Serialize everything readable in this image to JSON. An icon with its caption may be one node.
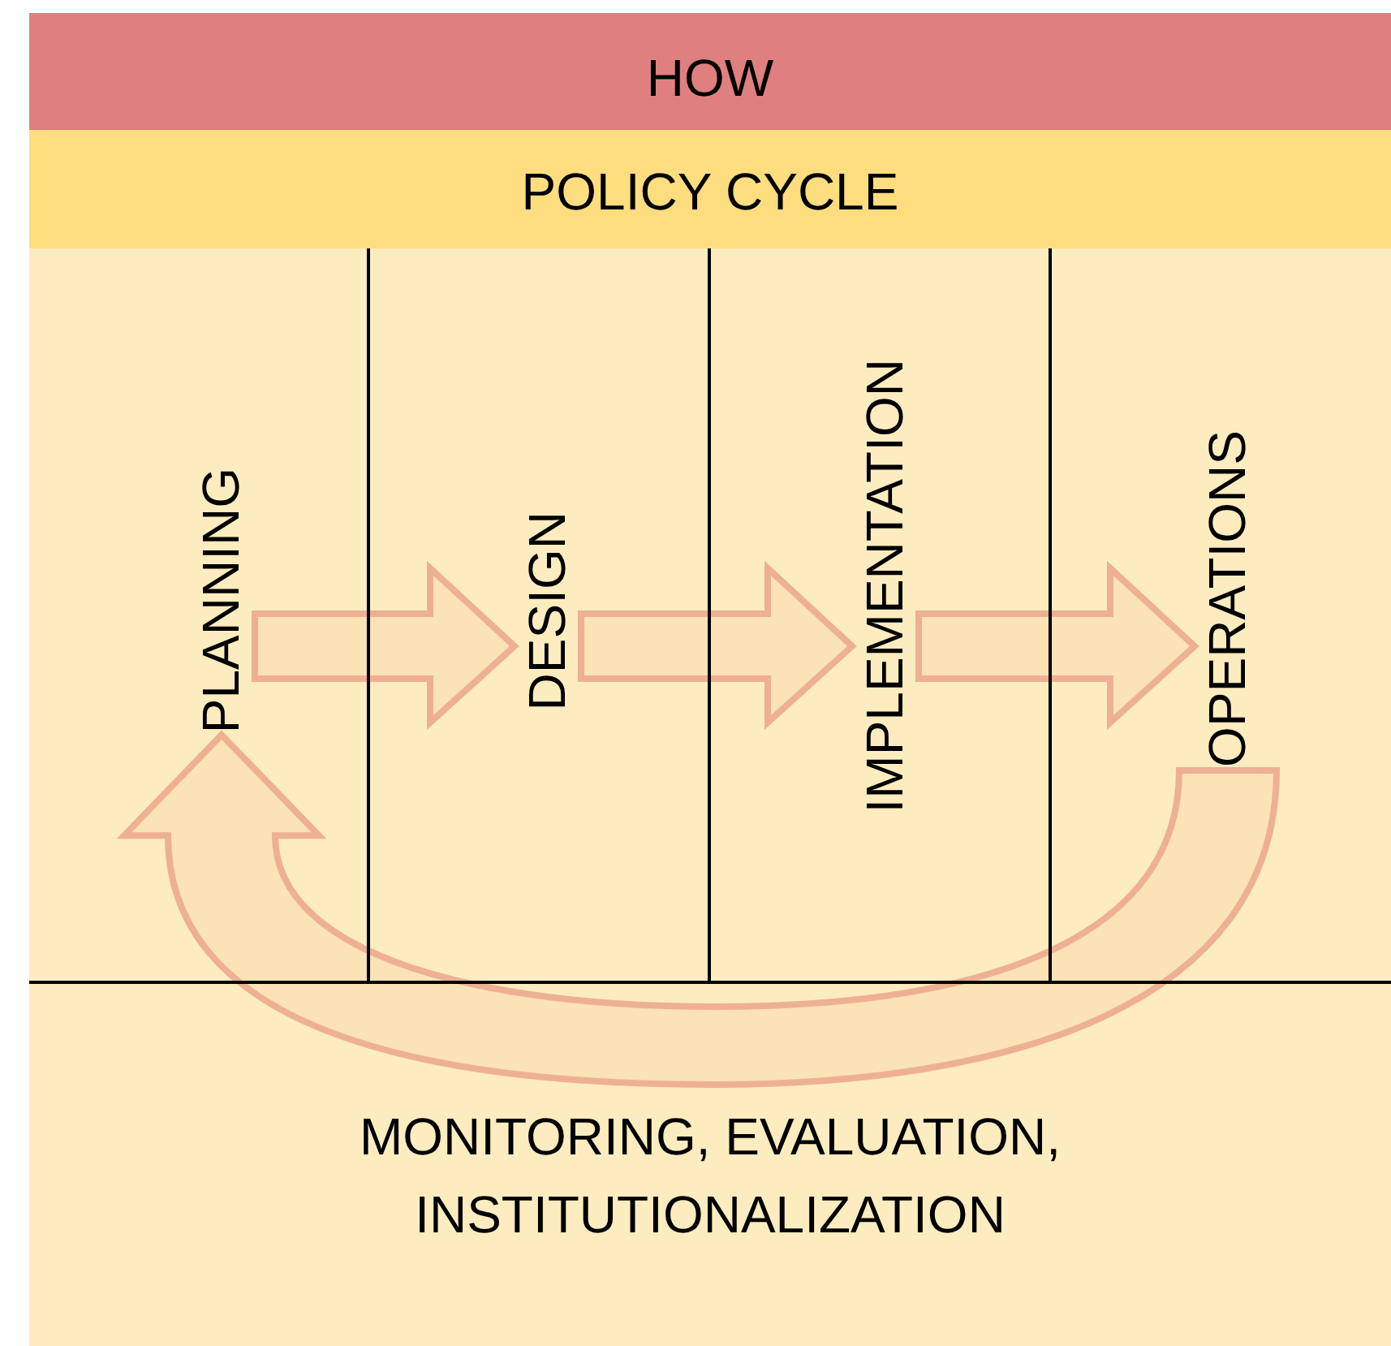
{
  "diagram": {
    "nodes": [
      {
        "text": [
          "HOW"
        ]
      },
      {
        "text": [
          "POLICY CYCLE"
        ]
      },
      {
        "text": [
          "PLANNING"
        ]
      },
      {
        "text": [
          "DESIGN"
        ]
      },
      {
        "text": [
          "IMPLEMENTATION"
        ]
      },
      {
        "text": [
          "OPERATIONS"
        ]
      },
      {
        "text": [
          "MONITORING, EVALUATION, INSTITUTIONALIZATION"
        ]
      }
    ],
    "edges": [
      {
        "from": 2,
        "to": 3,
        "arrow": "to"
      },
      {
        "from": 3,
        "to": 4,
        "arrow": "to"
      },
      {
        "from": 4,
        "to": 5,
        "arrow": "to"
      },
      {
        "from": 5,
        "to": 2,
        "arrow": "to"
      }
    ]
  }
}
